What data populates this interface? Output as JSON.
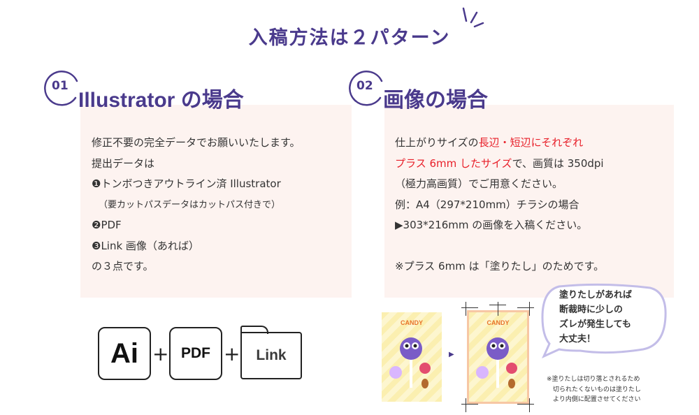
{
  "title": "入稿方法は２パターン",
  "section1": {
    "num": "01",
    "heading": "Illustrator の場合",
    "lines": [
      "修正不要の完全データでお願いいたします。",
      "提出データは",
      "❶トンボつきアウトライン済 Illustrator",
      "（要カットパスデータはカットパス付きで）",
      "❷PDF",
      "❸Link 画像（あれば）",
      "の３点です。"
    ],
    "icons": {
      "ai": "Ai",
      "pdf": "PDF",
      "link": "Link"
    }
  },
  "section2": {
    "num": "02",
    "heading": "画像の場合",
    "line1_a": "仕上がりサイズの",
    "line1_red": "長辺・短辺にそれぞれ",
    "line2_red": "プラス 6mm したサイズ",
    "line2_b": "で、画質は 350dpi",
    "line3": "（極力高画質）でご用意ください。",
    "line4": "例：A4（297*210mm）チラシの場合",
    "line5": "▶303*216mm の画像を入稿ください。",
    "line6": "※プラス 6mm は「塗りたし」のためです。",
    "card_label": "CANDY",
    "bubble": [
      "塗りたしがあれば",
      "断裁時に少しの",
      "ズレが発生しても",
      "大丈夫！"
    ],
    "note": [
      "※塗りたしは切り落とされるため",
      "切られたくないものは塗りたし",
      "より内側に配置させてください"
    ]
  },
  "colors": {
    "accent": "#4a3a8c",
    "panel": "#fdf3f0",
    "highlight": "#e8202a",
    "bleed": "#f7c7a4"
  }
}
